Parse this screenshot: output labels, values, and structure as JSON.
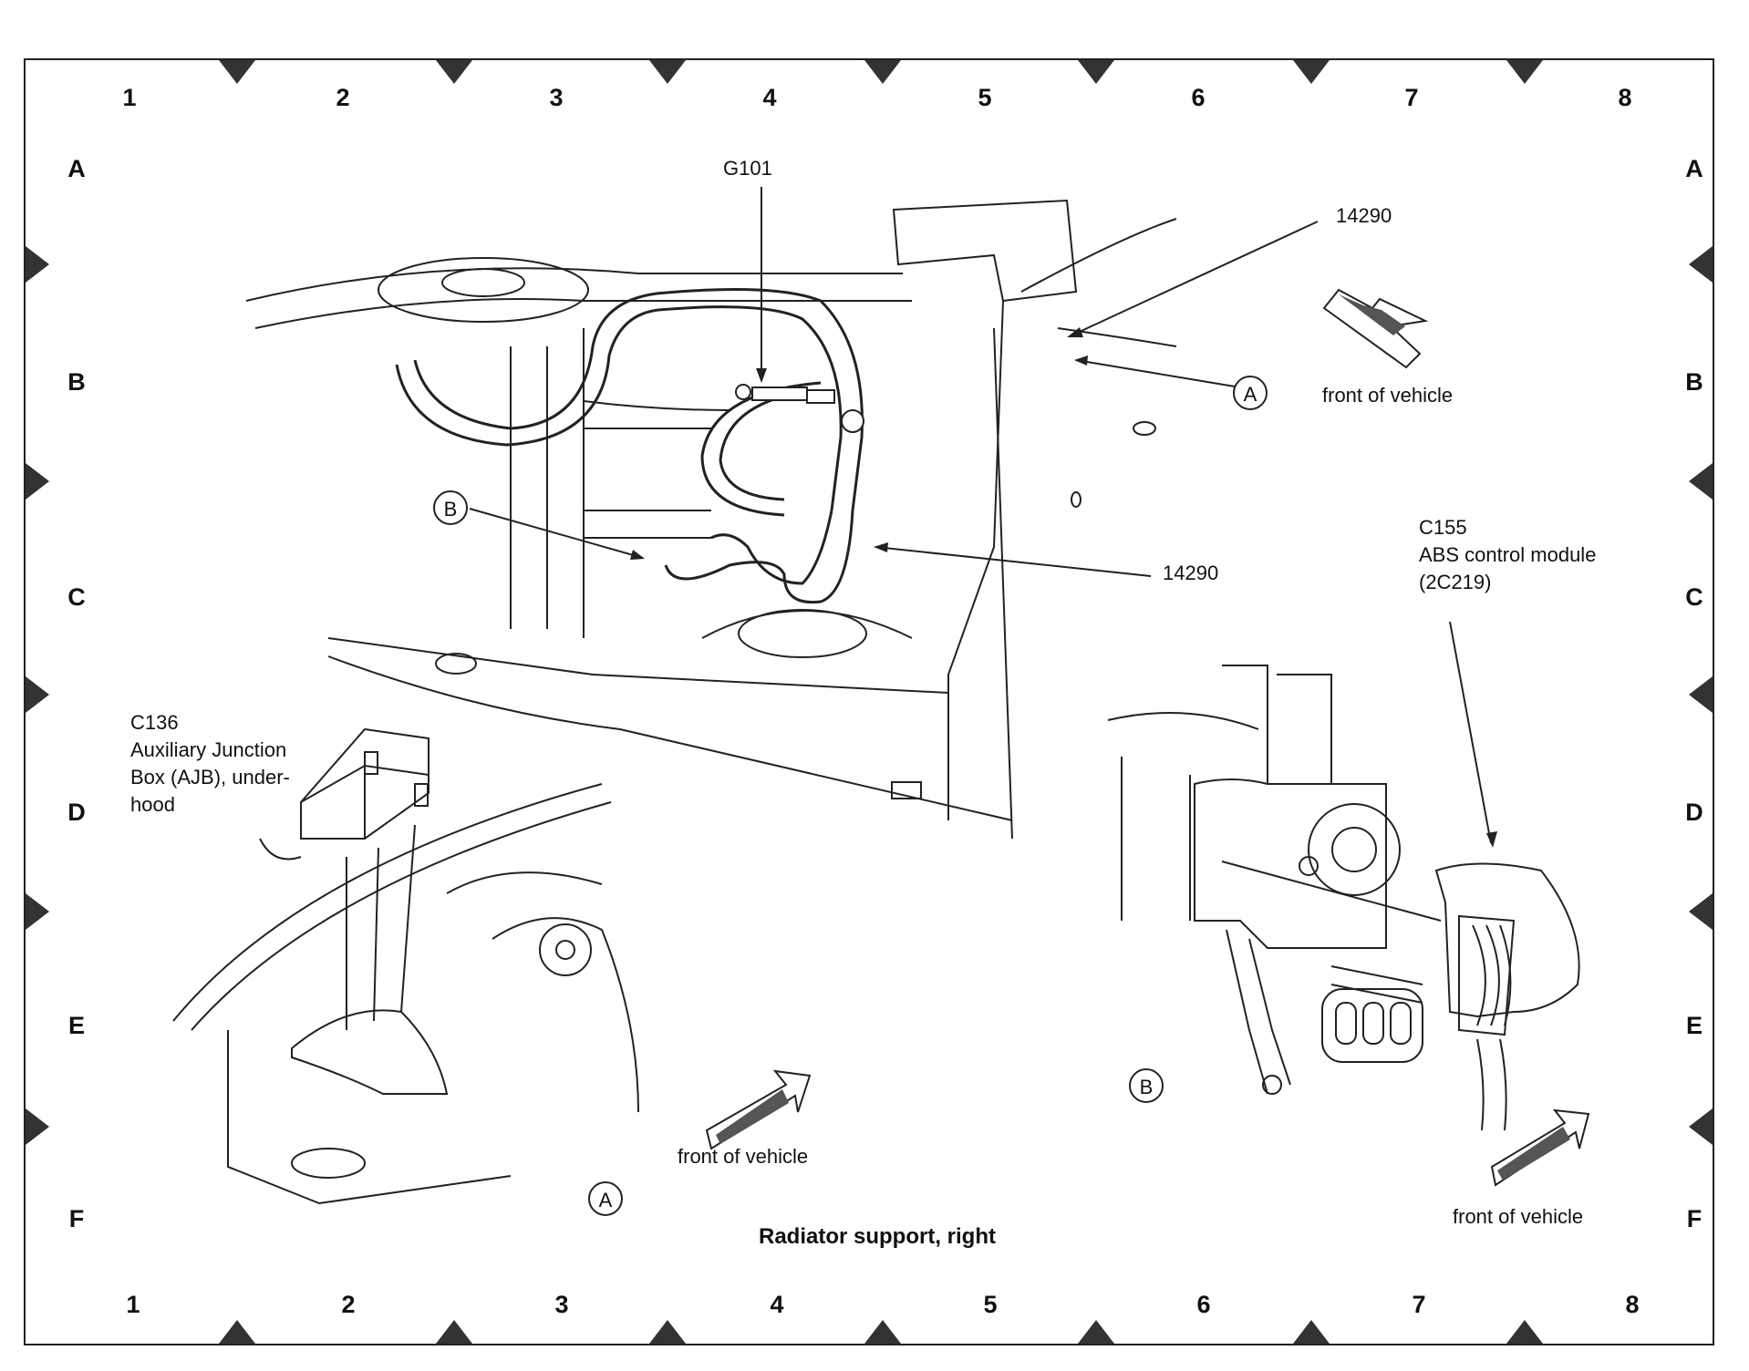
{
  "title": "Radiator support, right",
  "grid": {
    "columns": [
      "1",
      "2",
      "3",
      "4",
      "5",
      "6",
      "7",
      "8"
    ],
    "rows": [
      "A",
      "B",
      "C",
      "D",
      "E",
      "F"
    ]
  },
  "labels": {
    "g101": "G101",
    "harness_top": "14290",
    "harness_mid": "14290",
    "front_vehicle_main": "front of vehicle",
    "front_vehicle_a": "front of vehicle",
    "front_vehicle_b": "front of vehicle",
    "c136_id": "C136",
    "c136_line1": "Auxiliary Junction",
    "c136_line2": "Box (AJB), under-",
    "c136_line3": "hood",
    "c155_id": "C155",
    "c155_line1": "ABS control module",
    "c155_line2": "(2C219)"
  },
  "callouts": {
    "a_main": "A",
    "b_main": "B",
    "a_detail": "A",
    "b_detail": "B"
  }
}
